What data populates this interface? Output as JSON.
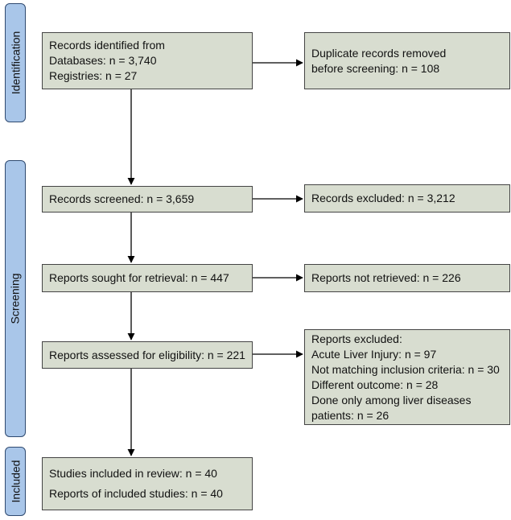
{
  "phases": {
    "identification": "Identification",
    "screening": "Screening",
    "included": "Included"
  },
  "boxes": {
    "records_identified": {
      "line1": "Records identified from",
      "line2": "Databases: n = 3,740",
      "line3": "Registries: n = 27"
    },
    "duplicates_removed": {
      "line1": "Duplicate records removed",
      "line2": "before screening: n = 108"
    },
    "records_screened": "Records screened: n = 3,659",
    "records_excluded": "Records excluded: n = 3,212",
    "reports_sought": "Reports sought for retrieval: n = 447",
    "reports_not_retrieved": "Reports not retrieved: n = 226",
    "reports_assessed": "Reports assessed for eligibility: n = 221",
    "reports_excluded": {
      "line1": "Reports excluded:",
      "line2": "Acute Liver Injury: n = 97",
      "line3": "Not matching inclusion criteria: n = 30",
      "line4": "Different outcome: n = 28",
      "line5": "Done only among liver diseases",
      "line6": "patients: n = 26"
    },
    "studies_included": {
      "line1": "Studies included in review: n = 40",
      "line2": "Reports of included studies: n = 40"
    }
  },
  "colors": {
    "phase_fill": "#a9c6e9",
    "phase_border": "#2f4a70",
    "box_fill": "#d8ddd0",
    "box_border": "#444444",
    "arrow": "#000000"
  }
}
